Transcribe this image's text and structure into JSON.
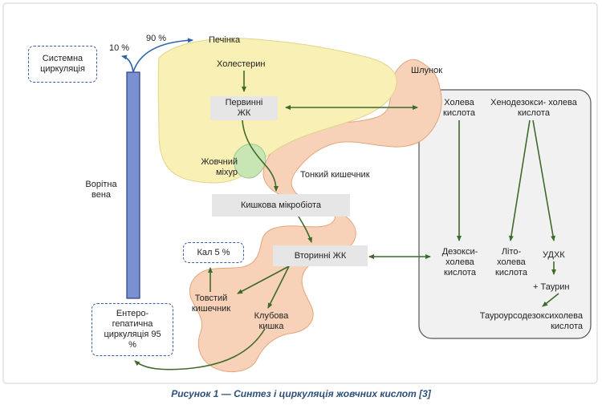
{
  "labels": {
    "liver": "Печінка",
    "cholesterol": "Холестерин",
    "primary_ba": "Первинні ЖК",
    "gallbladder": "Жовчний міхур",
    "stomach": "Шлунок",
    "small_intestine": "Тонкий кишечник",
    "microbiota": "Кишкова мікробіота",
    "secondary_ba": "Вторинні ЖК",
    "systemic": "Системна циркуляція",
    "portal_vein": "Ворітна вена",
    "pct_10": "10 %",
    "pct_90": "90 %",
    "feces": "Кал 5 %",
    "colon": "Товстий кишечник",
    "cecum": "Клубова кишка",
    "enterohepatic": "Ентеро- гепатична циркуляція 95 %",
    "cholic": "Холева кислота",
    "chenodeoxycholic": "Хенодезокси- холева кислота",
    "deoxycholic": "Дезокси- холева кислота",
    "lithocholic": "Літо- холева кислота",
    "udca": "УДХК",
    "taurine": "+ Таурин",
    "tudca": "Тауроурсодезоксихолева кислота"
  },
  "caption": "Рисунок 1 — Синтез і циркуляція жовчних кислот [3]",
  "colors": {
    "liver": "#f8f0b4",
    "intestine": "#f8d2b8",
    "gallbladder": "#c8e6b4",
    "portal_vein": "#7b8fd3",
    "arrow_green": "#3e6a2a",
    "arrow_blue": "#2b62a8",
    "dashed_border": "#3a5da8",
    "panel_bg": "#f1f1f1",
    "caption": "#2d4f7a"
  }
}
